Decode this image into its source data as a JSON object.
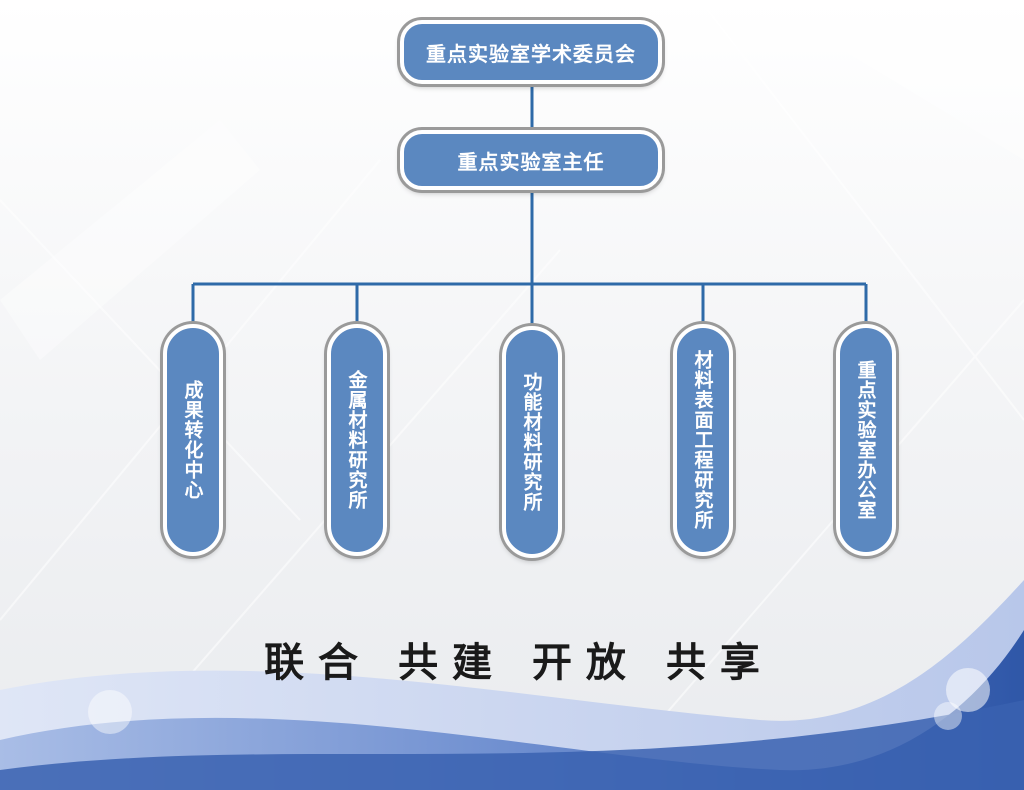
{
  "colors": {
    "node_fill": "#5b88c0",
    "node_text": "#ffffff",
    "connector": "#2e6aa8",
    "wave_dark": "#3a62b0",
    "wave_light": "#8aa6de"
  },
  "org": {
    "committee": "重点实验室学术委员会",
    "director": "重点实验室主任",
    "units": [
      "成果转化中心",
      "金属材料研究所",
      "功能材料研究所",
      "材料表面工程研究所",
      "重点实验室办公室"
    ]
  },
  "slogan": {
    "parts": [
      "联 合",
      "共 建",
      "开 放",
      "共 享"
    ]
  }
}
